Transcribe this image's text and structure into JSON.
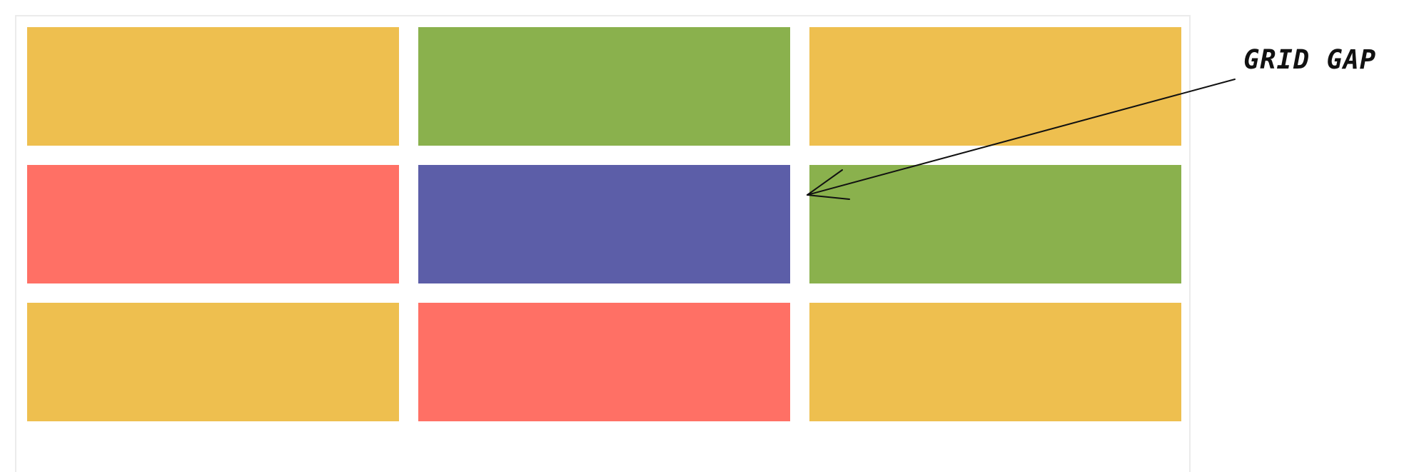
{
  "annotation": {
    "label": "GRID GAP"
  },
  "colors": {
    "yellow": "#eebf4f",
    "green": "#8ab14d",
    "red": "#ff7065",
    "blue": "#5c5ea8",
    "frame_border": "#ebebeb",
    "ink": "#111111"
  },
  "grid": {
    "rows": 3,
    "columns": 3,
    "cells": [
      {
        "color": "yellow"
      },
      {
        "color": "green"
      },
      {
        "color": "yellow"
      },
      {
        "color": "red"
      },
      {
        "color": "blue"
      },
      {
        "color": "green"
      },
      {
        "color": "yellow"
      },
      {
        "color": "red"
      },
      {
        "color": "yellow"
      }
    ]
  }
}
